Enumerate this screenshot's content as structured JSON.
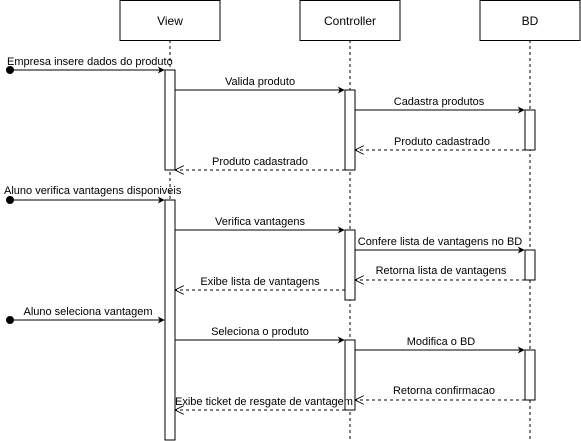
{
  "participants": [
    {
      "id": "view",
      "label": "View"
    },
    {
      "id": "controller",
      "label": "Controller"
    },
    {
      "id": "bd",
      "label": "BD"
    }
  ],
  "found_messages": [
    {
      "label": "Empresa insere dados do produto"
    },
    {
      "label": "Aluno verifica vantagens disponiveis"
    },
    {
      "label": "Aluno seleciona vantagem"
    }
  ],
  "messages": [
    {
      "label": "Valida produto",
      "from": "view",
      "to": "controller",
      "kind": "sync"
    },
    {
      "label": "Cadastra produtos",
      "from": "controller",
      "to": "bd",
      "kind": "sync"
    },
    {
      "label": "Produto cadastrado",
      "from": "bd",
      "to": "controller",
      "kind": "return"
    },
    {
      "label": "Produto cadastrado",
      "from": "controller",
      "to": "view",
      "kind": "return"
    },
    {
      "label": "Verifica vantagens",
      "from": "view",
      "to": "controller",
      "kind": "sync"
    },
    {
      "label": "Confere lista de vantagens no BD",
      "from": "controller",
      "to": "bd",
      "kind": "sync"
    },
    {
      "label": "Retorna lista de vantagens",
      "from": "bd",
      "to": "controller",
      "kind": "return"
    },
    {
      "label": "Exibe lista de vantagens",
      "from": "controller",
      "to": "view",
      "kind": "return"
    },
    {
      "label": "Seleciona o produto",
      "from": "view",
      "to": "controller",
      "kind": "sync"
    },
    {
      "label": "Modifica o BD",
      "from": "controller",
      "to": "bd",
      "kind": "sync"
    },
    {
      "label": "Retorna confirmacao",
      "from": "bd",
      "to": "controller",
      "kind": "return"
    },
    {
      "label": "Exibe ticket de resgate de vantagem",
      "from": "controller",
      "to": "view",
      "kind": "return"
    }
  ],
  "colors": {
    "line": "#000000",
    "background": "#ffffff",
    "text": "#000000"
  }
}
